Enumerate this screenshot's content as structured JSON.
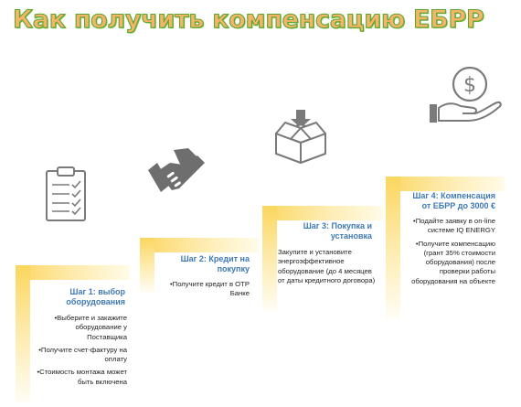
{
  "title": "Как получить компенсацию ЕБРР",
  "steps": [
    {
      "heading": "Шаг 1: выбор оборудования",
      "items": [
        "•Выберите и закажите оборудование у Поставщика",
        "•Получите счет-фактуру на оплату",
        "•Стоимость монтажа может быть включена"
      ]
    },
    {
      "heading": "Шаг 2: Кредит на покупку",
      "items": [
        "•Получите кредит в ОТР Банке"
      ]
    },
    {
      "heading": "Шаг 3: Покупка и установка",
      "items": [
        "Закупите и установите энергоэффективное оборудование (до 4 месяцев от даты кредитного договора)"
      ]
    },
    {
      "heading": "Шаг 4: Компенсация от ЕБРР до 3000 €",
      "items": [
        "•Подайте заявку в on-line системе IQ ENERGY",
        "•Получите компенсацию (грант 35% стоимости оборудования) после проверки работы оборудования на объекте"
      ]
    }
  ],
  "icons": [
    "clipboard-checklist-icon",
    "handshake-icon",
    "open-box-icon",
    "hand-dollar-coin-icon"
  ],
  "colors": {
    "title_fill": "#f6b36a",
    "title_outline": "#5aa82d",
    "step_heading": "#3f79b3",
    "bar": "#fbd65e",
    "icon_gray": "#7a7a7a"
  }
}
